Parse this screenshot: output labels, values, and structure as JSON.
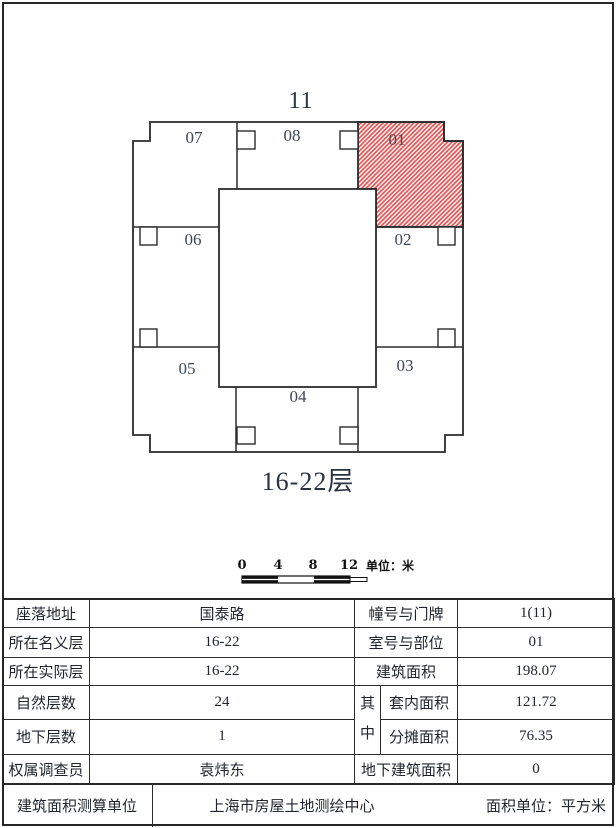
{
  "page": {
    "building_title": "11",
    "floor_label": "16-22层"
  },
  "floor_plan": {
    "highlight_color": "#e8504f",
    "line_color": "#2b2b2b",
    "units": [
      {
        "label": "07",
        "highlighted": false
      },
      {
        "label": "08",
        "highlighted": false
      },
      {
        "label": "01",
        "highlighted": true
      },
      {
        "label": "06",
        "highlighted": false
      },
      {
        "label": "02",
        "highlighted": false
      },
      {
        "label": "05",
        "highlighted": false
      },
      {
        "label": "03",
        "highlighted": false
      },
      {
        "label": "04",
        "highlighted": false
      }
    ]
  },
  "scale_bar": {
    "ticks": [
      "0",
      "4",
      "8",
      "12"
    ],
    "unit_label": "单位：米"
  },
  "info_table": {
    "rows": [
      {
        "label": "座落地址",
        "value": "国泰路",
        "label2": "幢号与门牌",
        "value2": "1(11)"
      },
      {
        "label": "所在名义层",
        "value": "16-22",
        "label2": "室号与部位",
        "value2": "01"
      },
      {
        "label": "所在实际层",
        "value": "16-22",
        "label2": "建筑面积",
        "value2": "198.07"
      },
      {
        "label": "自然层数",
        "value": "24",
        "group": "其中",
        "label2": "套内面积",
        "value2": "121.72"
      },
      {
        "label": "地下层数",
        "value": "1",
        "label2": "分摊面积",
        "value2": "76.35"
      },
      {
        "label": "权属调查员",
        "value": "袁炜东",
        "label2": "地下建筑面积",
        "value2": "0"
      }
    ],
    "footer": {
      "label": "建筑面积测算单位",
      "value": "上海市房屋土地测绘中心",
      "unit_note": "面积单位：平方米"
    }
  }
}
